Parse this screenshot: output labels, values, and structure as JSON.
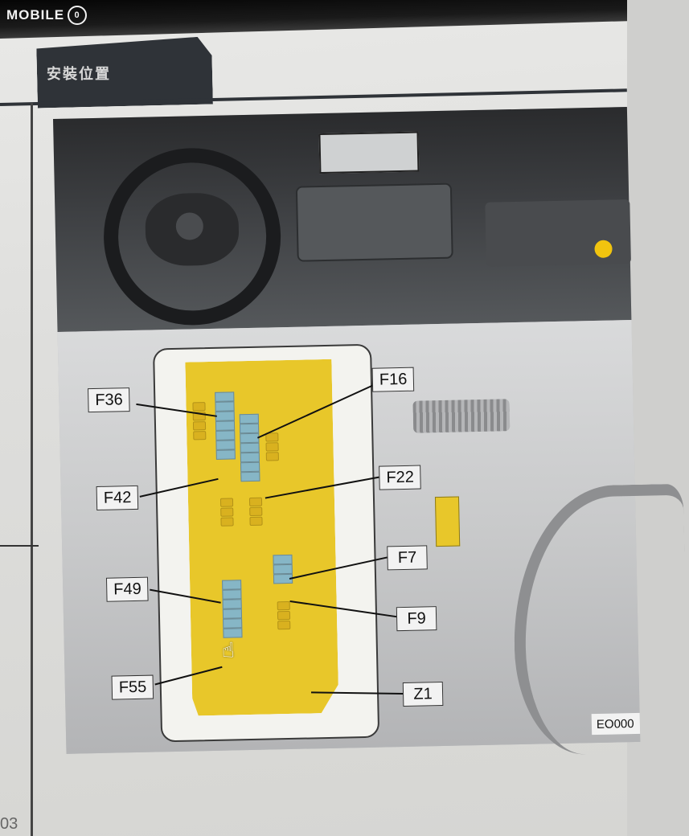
{
  "watermark": {
    "text": "MOBILE",
    "icon": "mobile01-logo-icon"
  },
  "tab": {
    "label": "安裝位置"
  },
  "page_number": "03",
  "figure": {
    "image_code": "EO000",
    "callouts": {
      "f36": "F36",
      "f16": "F16",
      "f42": "F42",
      "f22": "F22",
      "f49": "F49",
      "f7": "F7",
      "f9": "F9",
      "f55": "F55",
      "z1": "Z1"
    }
  },
  "colors": {
    "fuse_board": "#e8c72a",
    "fuse_slot_highlight": "#86b6c6",
    "tab_background": "#2f3338",
    "locator_dot": "#f1c40f"
  }
}
